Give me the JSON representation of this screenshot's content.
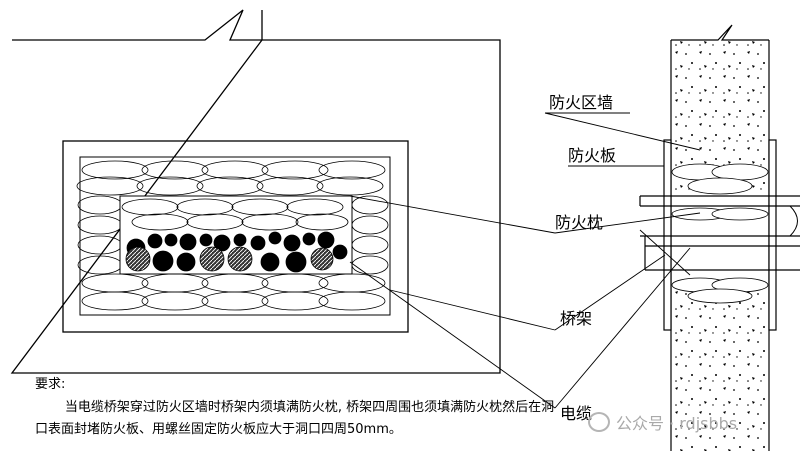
{
  "labels": {
    "fire_wall": "防火区墙",
    "fire_board": "防火板",
    "fire_pillow": "防火枕",
    "tray": "桥架",
    "cable": "电缆"
  },
  "requirements": {
    "title": "要求:",
    "body": "当电缆桥架穿过防火区墙时桥架内须填满防火枕, 桥架四周围也须填满防火枕然后在洞口表面封堵防火板、用螺丝固定防火板应大于洞口四周50mm。"
  },
  "watermark": {
    "text": "公众号 · rdjsbbs",
    "icon": "wechat-icon"
  }
}
